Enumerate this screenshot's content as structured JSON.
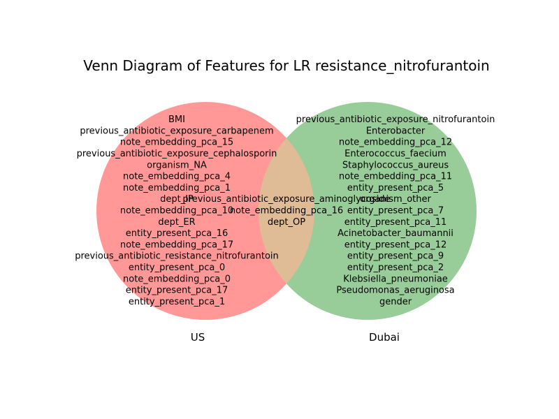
{
  "title": "Venn Diagram of Features for LR resistance_nitrofurantoin",
  "sets": [
    {
      "name": "US",
      "color": "#ff9896"
    },
    {
      "name": "Dubai",
      "color": "#98cc98"
    }
  ],
  "overlap_color": "#dfbb96",
  "only_US": [
    "BMI",
    "previous_antibiotic_exposure_carbapenem",
    "note_embedding_pca_15",
    "previous_antibiotic_exposure_cephalosporin",
    "organism_NA",
    "note_embedding_pca_4",
    "note_embedding_pca_1",
    "dept_IP",
    "note_embedding_pca_10",
    "dept_ER",
    "entity_present_pca_16",
    "note_embedding_pca_17",
    "previous_antibiotic_resistance_nitrofurantoin",
    "entity_present_pca_0",
    "note_embedding_pca_0",
    "entity_present_pca_17",
    "entity_present_pca_1"
  ],
  "both": [
    "previous_antibiotic_exposure_aminoglycoside",
    "note_embedding_pca_16",
    "dept_OP"
  ],
  "only_Dubai": [
    "previous_antibiotic_exposure_nitrofurantoin",
    "Enterobacter",
    "note_embedding_pca_12",
    "Enterococcus_faecium",
    "Staphylococcus_aureus",
    "note_embedding_pca_11",
    "entity_present_pca_5",
    "organism_other",
    "entity_present_pca_7",
    "entity_present_pca_11",
    "Acinetobacter_baumannii",
    "entity_present_pca_12",
    "entity_present_pca_9",
    "entity_present_pca_2",
    "Klebsiella_pneumoniae",
    "Pseudomonas_aeruginosa",
    "gender"
  ]
}
